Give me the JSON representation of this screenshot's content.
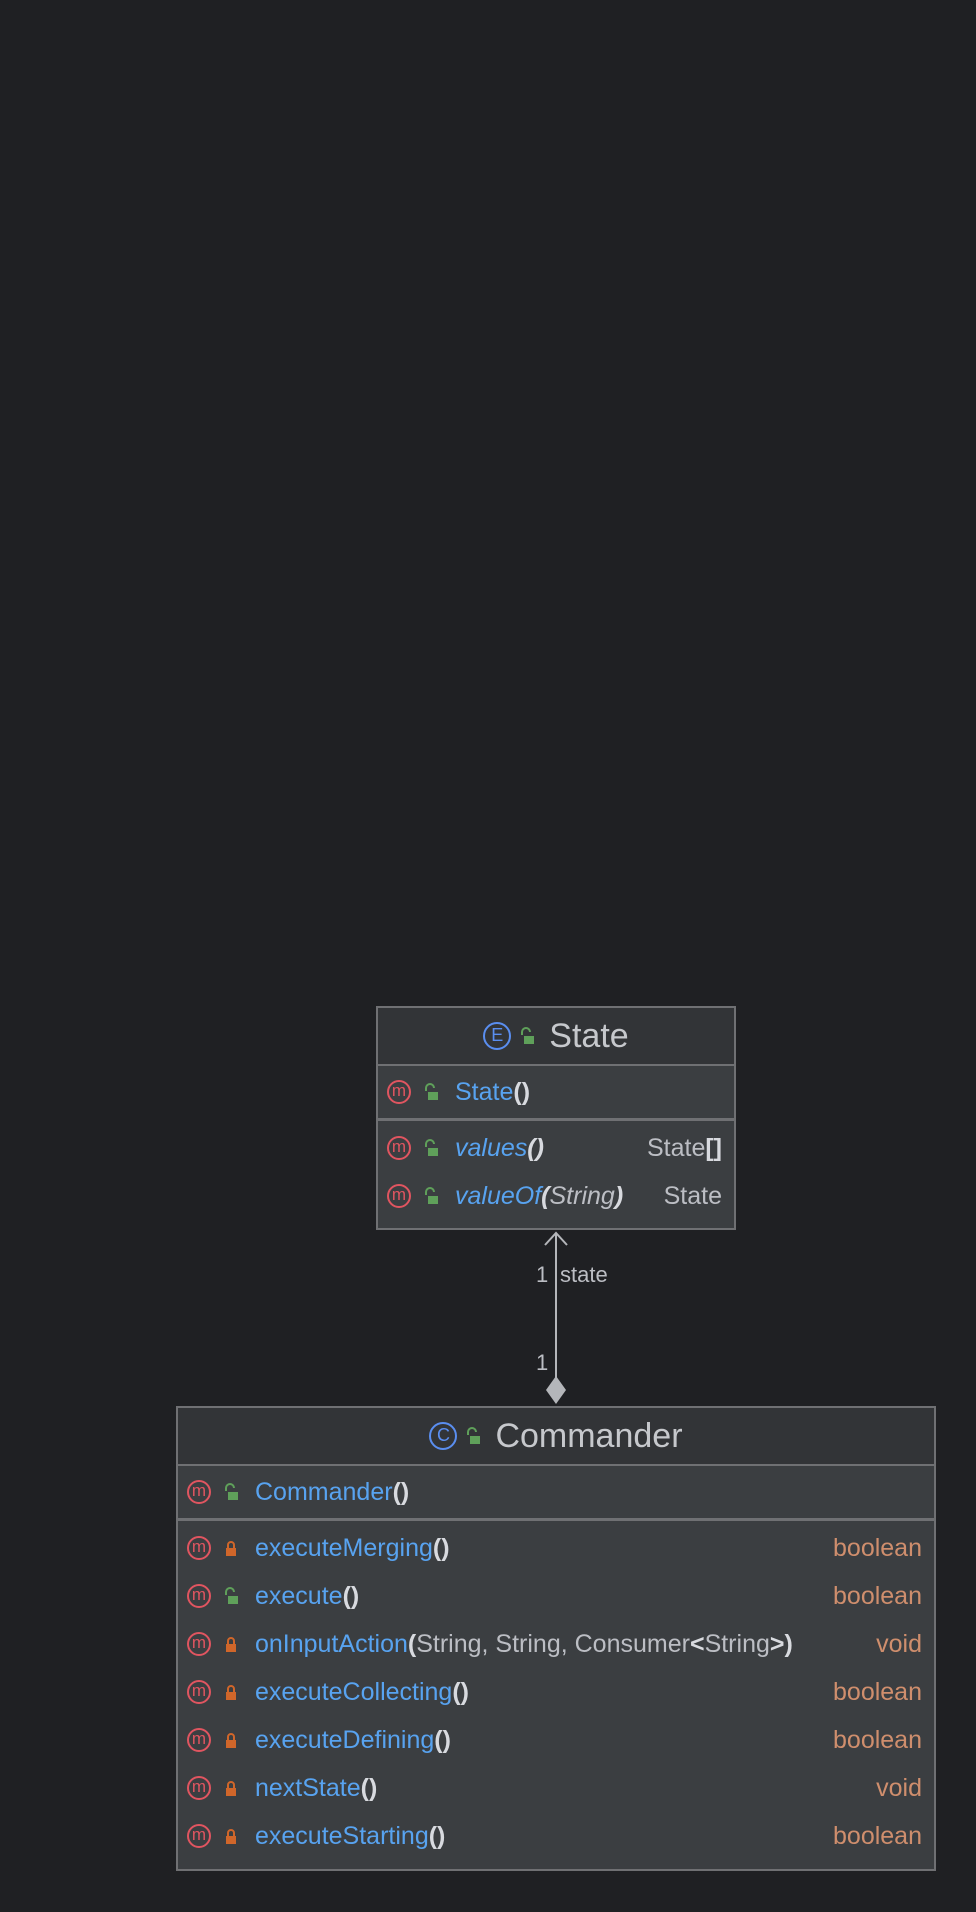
{
  "state_class": {
    "kind_letter": "E",
    "name": "State",
    "constructors": [
      {
        "name": "State",
        "parens": "()",
        "visibility": "public",
        "icon": "method-icon"
      }
    ],
    "methods": [
      {
        "name": "values",
        "parens": "()",
        "static": true,
        "visibility": "public",
        "return": "State",
        "return_suffix": "[]"
      },
      {
        "name": "valueOf",
        "open": "(",
        "params": "String",
        "close": ")",
        "static": true,
        "visibility": "public",
        "return": "State"
      }
    ]
  },
  "commander_class": {
    "kind_letter": "C",
    "name": "Commander",
    "constructors": [
      {
        "name": "Commander",
        "parens": "()",
        "visibility": "public"
      }
    ],
    "methods": [
      {
        "name": "executeMerging",
        "parens": "()",
        "visibility": "private",
        "return": "boolean"
      },
      {
        "name": "execute",
        "parens": "()",
        "visibility": "public",
        "return": "boolean"
      },
      {
        "name": "onInputAction",
        "open": "(",
        "params": "String, String, Consumer",
        "lt": "<",
        "generic": "String",
        "gt": ">",
        "close": ")",
        "visibility": "private",
        "return": "void"
      },
      {
        "name": "executeCollecting",
        "parens": "()",
        "visibility": "private",
        "return": "boolean"
      },
      {
        "name": "executeDefining",
        "parens": "()",
        "visibility": "private",
        "return": "boolean"
      },
      {
        "name": "nextState",
        "parens": "()",
        "visibility": "private",
        "return": "void"
      },
      {
        "name": "executeStarting",
        "parens": "()",
        "visibility": "private",
        "return": "boolean"
      }
    ]
  },
  "association": {
    "target_multiplicity": "1",
    "role": "state",
    "source_multiplicity": "1"
  },
  "colors": {
    "background": "#1f2023",
    "box_fill": "#3b3e41",
    "header_fill": "#323437",
    "border": "#6f7073",
    "method_name": "#58a3f0",
    "return_keyword": "#cf8e6d",
    "method_icon": "#e05560",
    "class_icon": "#5a8ef0",
    "public_lock": "#5fa05a",
    "private_lock": "#d0662a",
    "connector": "#b4b6ba"
  }
}
